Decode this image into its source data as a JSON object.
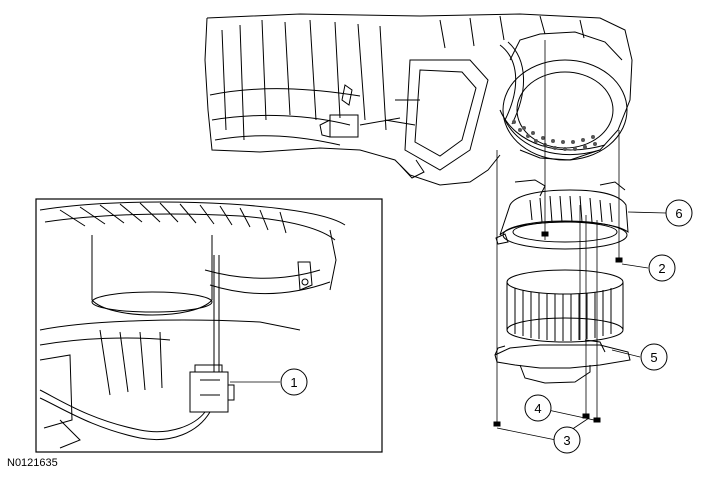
{
  "figure": {
    "id_label": "N0121635"
  },
  "callouts": [
    {
      "label": "1"
    },
    {
      "label": "2"
    },
    {
      "label": "3"
    },
    {
      "label": "4"
    },
    {
      "label": "5"
    },
    {
      "label": "6"
    }
  ]
}
